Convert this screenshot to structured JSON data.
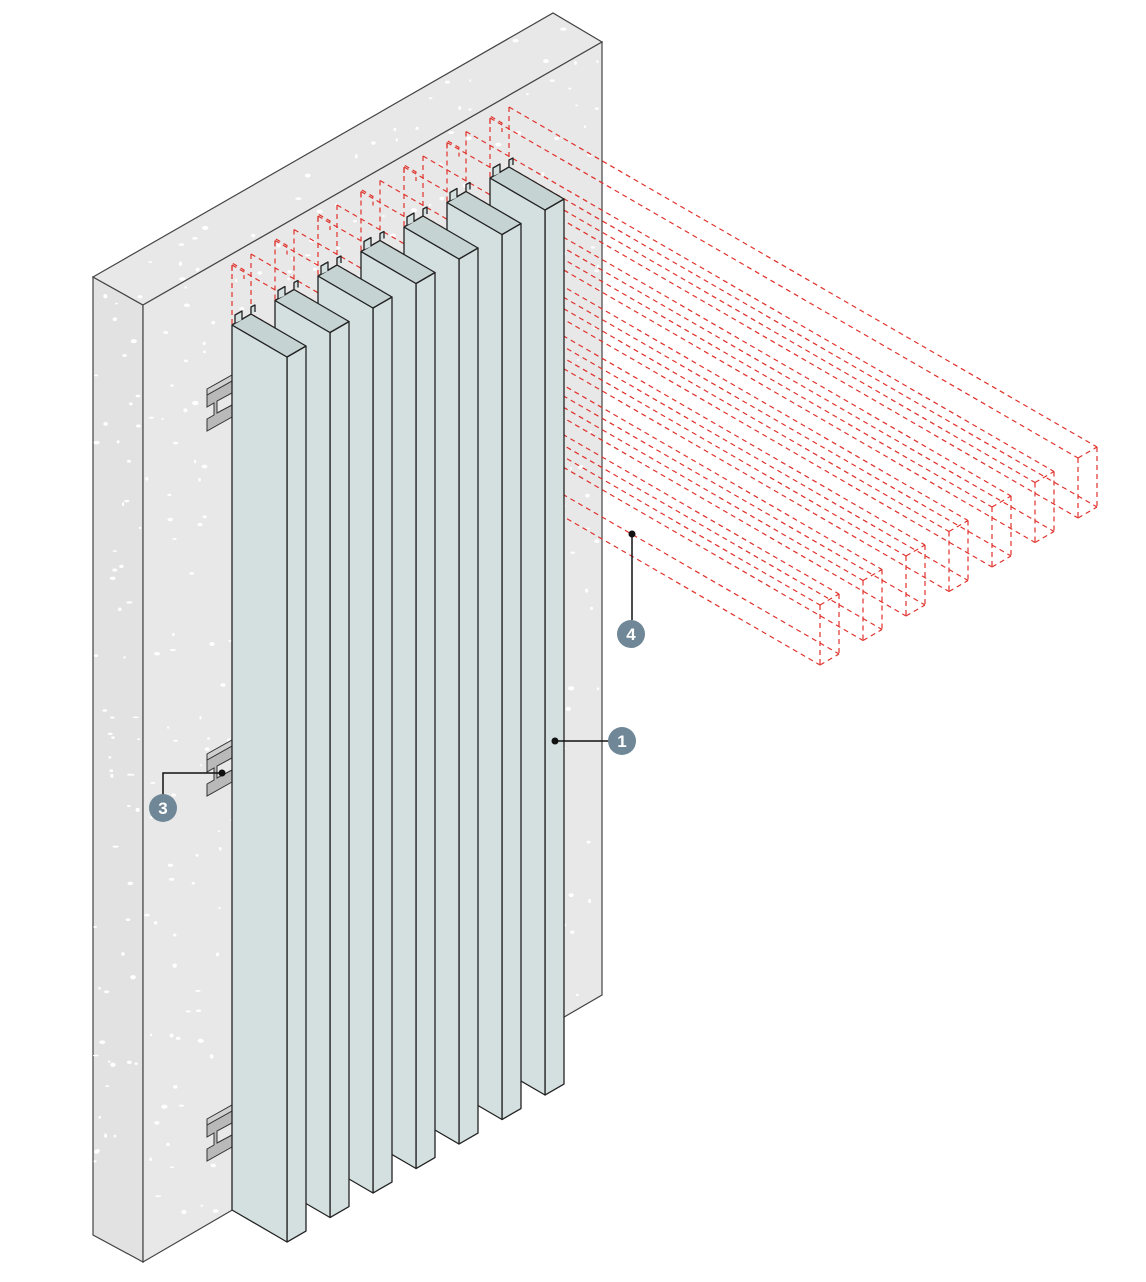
{
  "diagram": {
    "colors": {
      "wall": "#e8e8e8",
      "wall_side": "#e2e2e2",
      "slat": "#d3e0df",
      "slat_side": "#c5d3d2",
      "bracket": "#b9b9b9",
      "ghost": "#e0312b",
      "callout": "#6f8797",
      "outline": "#222222"
    },
    "slat_count": 7,
    "callouts": [
      {
        "label": "1",
        "target": "slat"
      },
      {
        "label": "3",
        "target": "bracket"
      },
      {
        "label": "4",
        "target": "ghost-slat"
      }
    ]
  }
}
